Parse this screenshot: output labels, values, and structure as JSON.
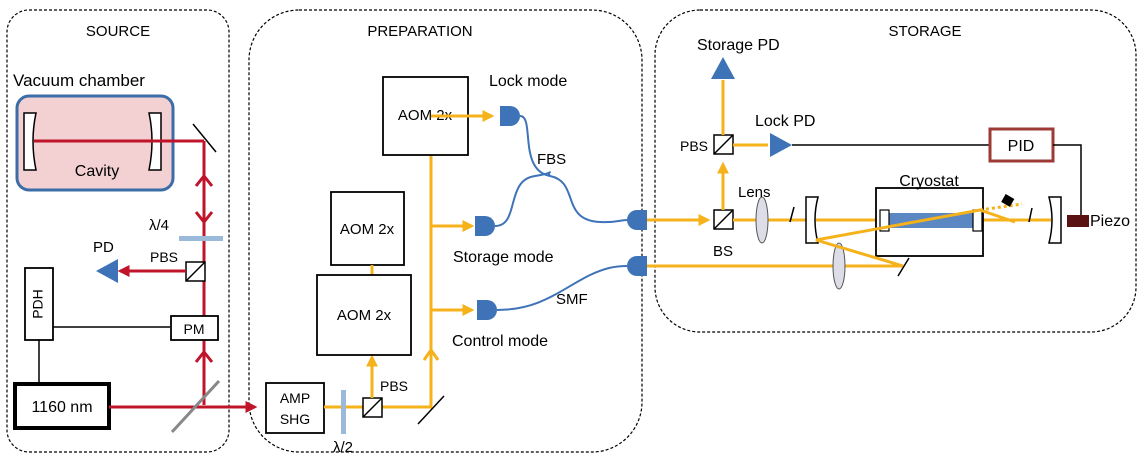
{
  "colors": {
    "red_beam": "#c0142a",
    "yellow_beam": "#f5b21b",
    "blue_component": "#3e73b8",
    "light_blue": "#9bbad9",
    "chamber_fill": "#f3d0d2",
    "chamber_border": "#3b6da8",
    "pid_border": "#9e3a36",
    "piezo": "#5a1212",
    "lens_fill": "#dcdde6"
  },
  "sections": {
    "source": "SOURCE",
    "preparation": "PREPARATION",
    "storage": "STORAGE"
  },
  "source": {
    "vacuum_chamber": "Vacuum chamber",
    "cavity": "Cavity",
    "quarter_wave": "λ/4",
    "pbs": "PBS",
    "pd": "PD",
    "pdh": "PDH",
    "pm": "PM",
    "laser": "1160 nm"
  },
  "preparation": {
    "amp": "AMP",
    "shg": "SHG",
    "half_wave": "λ/2",
    "pbs": "PBS",
    "aom_lock": "AOM 2x",
    "aom_storage": "AOM 2x",
    "aom_control": "AOM 2x",
    "lock_mode": "Lock mode",
    "storage_mode": "Storage mode",
    "control_mode": "Control mode",
    "fbs": "FBS",
    "smf": "SMF"
  },
  "storage": {
    "storage_pd": "Storage PD",
    "lock_pd": "Lock PD",
    "pbs": "PBS",
    "bs": "BS",
    "lens": "Lens",
    "pid": "PID",
    "cryostat": "Cryostat",
    "piezo": "Piezo"
  },
  "icons": [
    "arrow-icon",
    "beamsplitter-icon",
    "photodiode-icon",
    "fiber-coupler-icon",
    "mirror-icon",
    "lens-icon"
  ]
}
